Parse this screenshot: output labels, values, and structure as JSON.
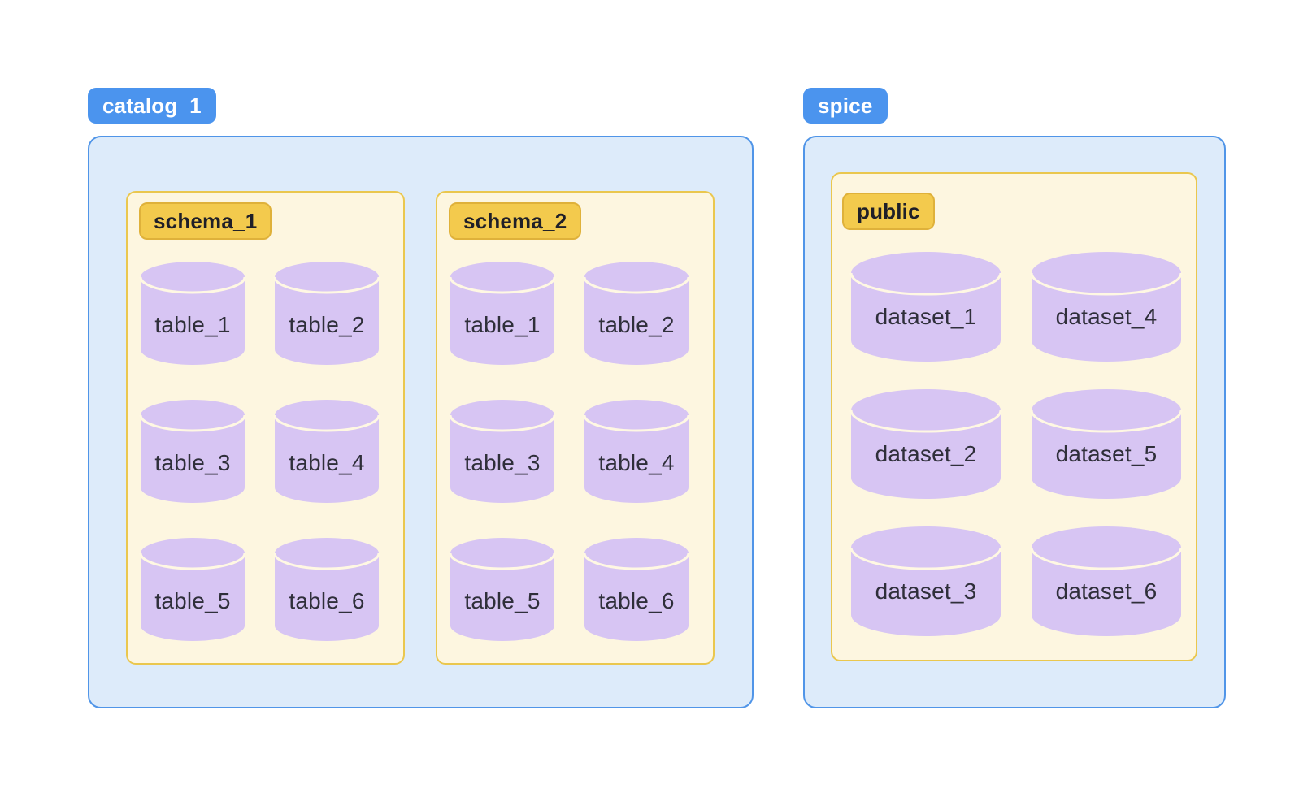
{
  "diagram": {
    "groups": [
      {
        "badge": "catalog_1",
        "boxes": [
          {
            "badge": "schema_1",
            "items": [
              "table_1",
              "table_2",
              "table_3",
              "table_4",
              "table_5",
              "table_6"
            ]
          },
          {
            "badge": "schema_2",
            "items": [
              "table_1",
              "table_2",
              "table_3",
              "table_4",
              "table_5",
              "table_6"
            ]
          }
        ]
      },
      {
        "badge": "spice",
        "boxes": [
          {
            "badge": "public",
            "items": [
              "dataset_1",
              "dataset_4",
              "dataset_2",
              "dataset_5",
              "dataset_3",
              "dataset_6"
            ]
          }
        ]
      }
    ]
  },
  "colors": {
    "blue_badge_bg": "#4B94EE",
    "blue_badge_text": "#FFFFFF",
    "container_bg": "#DDEBFA",
    "container_border": "#5095E8",
    "box_bg": "#FDF6E0",
    "box_border": "#EAC74E",
    "gold_badge_bg": "#F3CA4D",
    "gold_badge_border": "#DFB13A",
    "gold_badge_text": "#1F1F28",
    "cylinder_fill": "#D7C5F3",
    "cylinder_divider": "#FFF8E3",
    "cylinder_text": "#2F2F3A"
  }
}
